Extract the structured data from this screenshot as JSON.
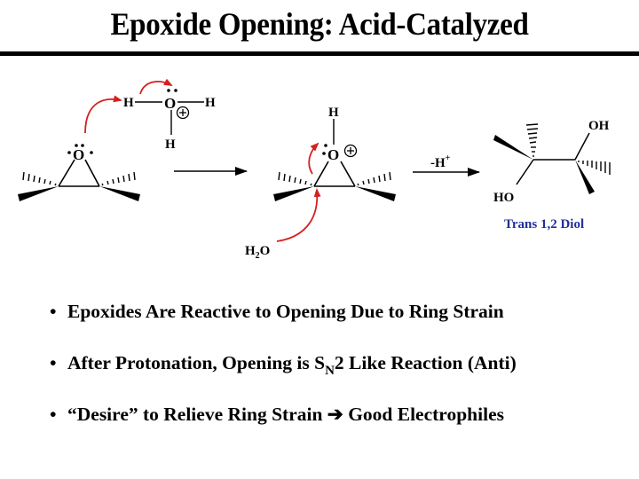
{
  "title": "Epoxide Opening: Acid-Catalyzed",
  "colors": {
    "title_rule": "#000000",
    "mechanism_arrow": "#d42020",
    "product_label": "#1f2f9a"
  },
  "diagram": {
    "step1": {
      "epoxide_oxygen": "O",
      "hydronium": {
        "oxygen": "O",
        "h_left": "H",
        "h_right": "H",
        "h_bottom": "H",
        "charge": "+"
      }
    },
    "step2": {
      "protonated_oxygen": "O",
      "oxygen_h": "H",
      "charge": "+",
      "nucleophile": {
        "main": "H",
        "subscript": "2",
        "tail": "O"
      }
    },
    "step3": {
      "arrow_label_main": "-H",
      "arrow_label_sup": "+",
      "oh_top": "OH",
      "oh_bottom": "HO",
      "product_label": "Trans 1,2 Diol"
    }
  },
  "bullets": [
    {
      "bullet": "•",
      "text": "Epoxides Are Reactive to Opening Due to Ring Strain"
    },
    {
      "bullet": "•",
      "pre": "After Protonation, Opening is S",
      "sub": "N",
      "post": "2 Like Reaction (Anti)"
    },
    {
      "bullet": "•",
      "pre": "“Desire” to Relieve Ring Strain ",
      "arrow": "➔",
      "post": " Good Electrophiles"
    }
  ]
}
